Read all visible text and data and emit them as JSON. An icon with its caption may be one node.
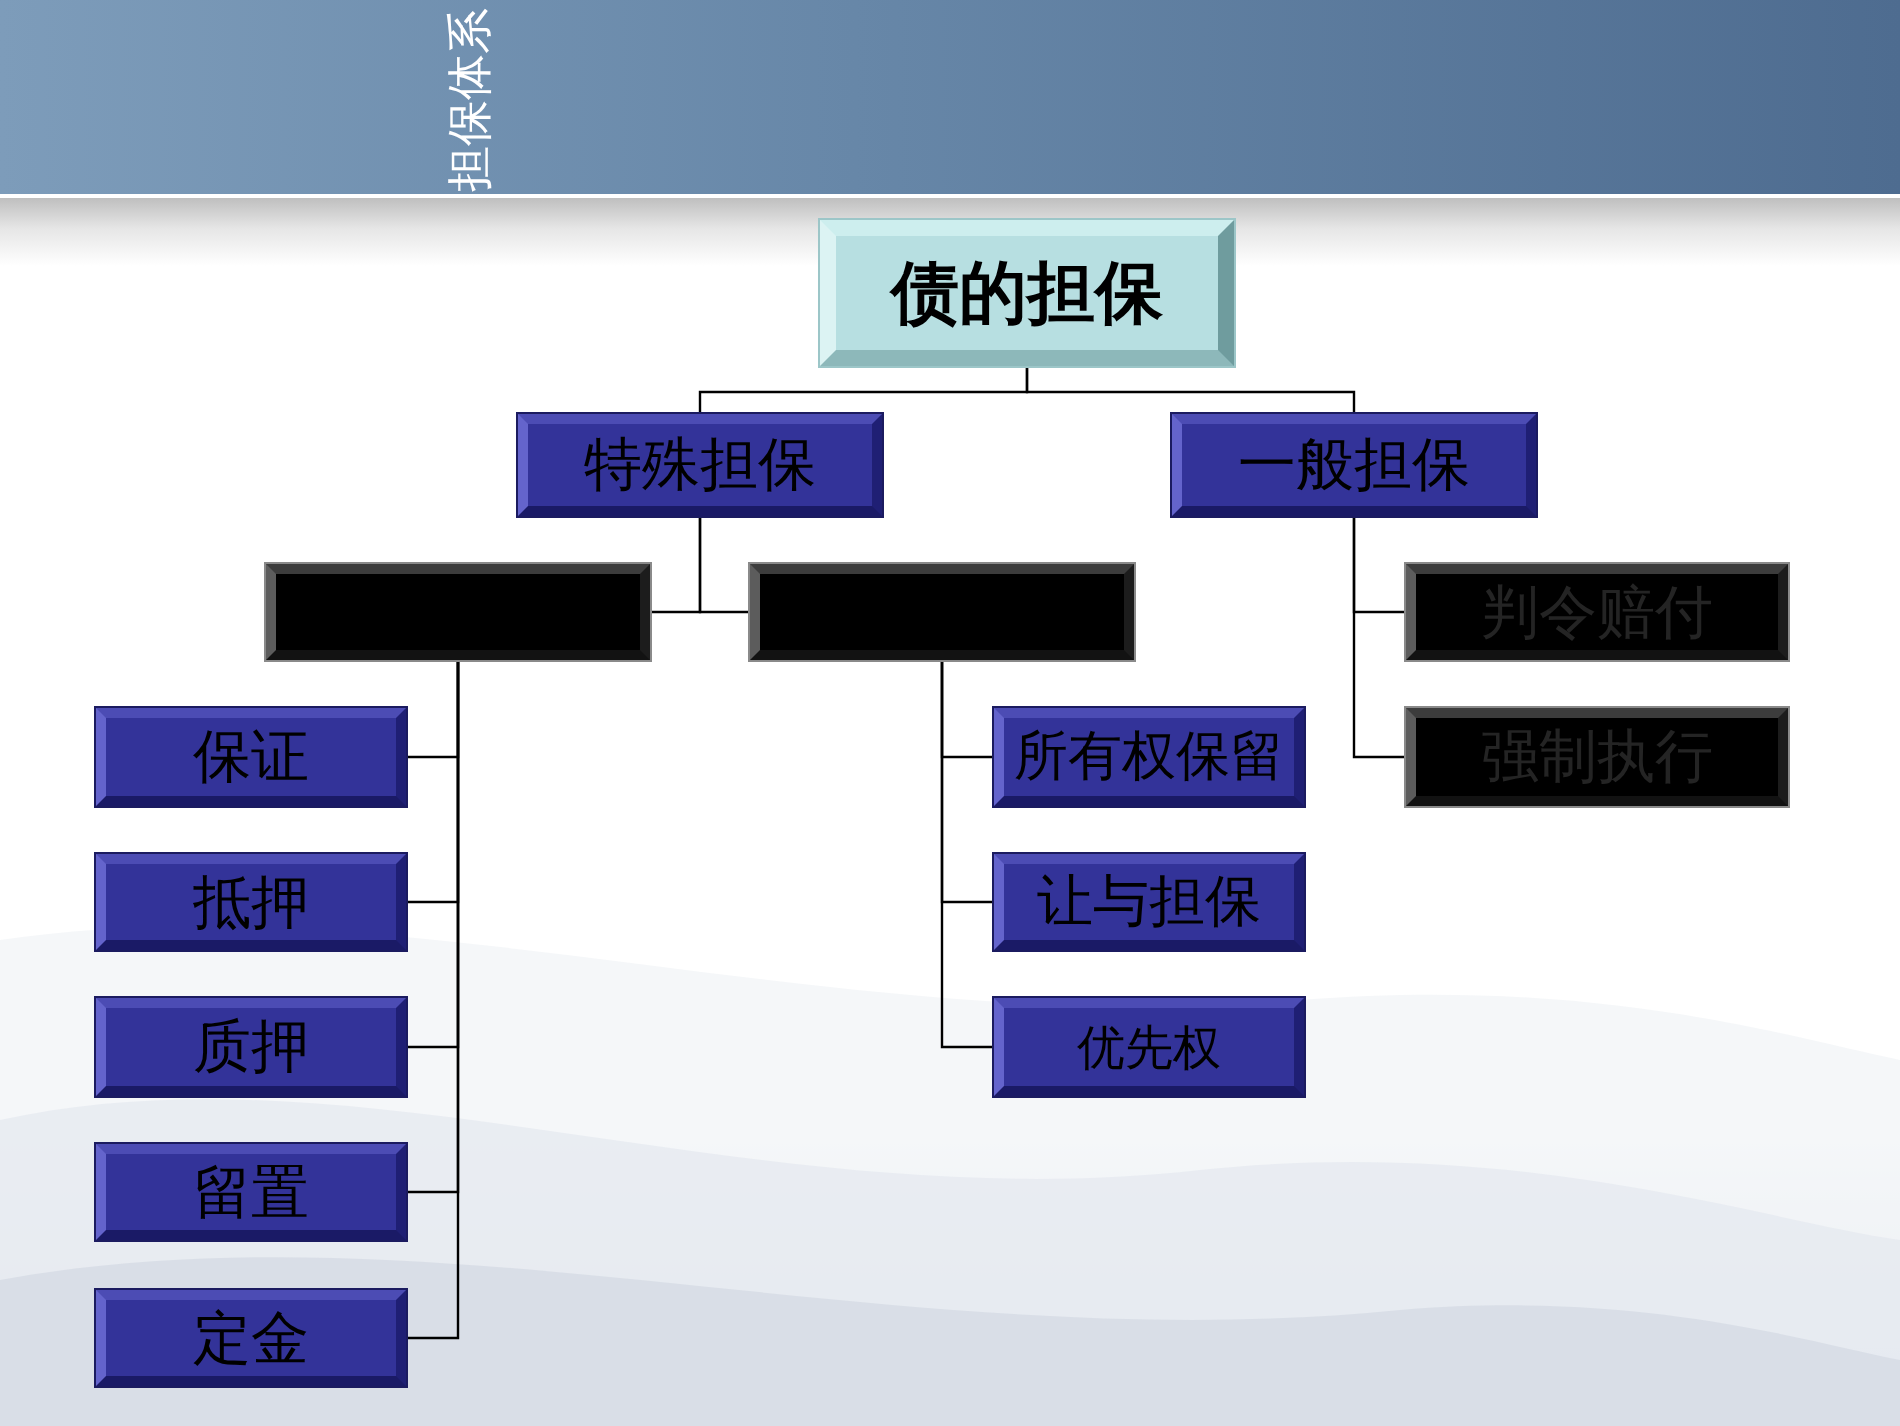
{
  "diagram": {
    "title": "担保体系",
    "nodes": [
      {
        "text": [
          "债的担保"
        ]
      },
      {
        "text": [
          "特殊担保"
        ]
      },
      {
        "text": [
          "一般担保"
        ]
      },
      {
        "text": [],
        "shape": "box"
      },
      {
        "text": [],
        "shape": "box"
      },
      {
        "text": [
          "判令赔付"
        ]
      },
      {
        "text": [
          "强制执行"
        ]
      },
      {
        "text": [
          "保证"
        ]
      },
      {
        "text": [
          "抵押"
        ]
      },
      {
        "text": [
          "质押"
        ]
      },
      {
        "text": [
          "留置"
        ]
      },
      {
        "text": [
          "定金"
        ]
      },
      {
        "text": [
          "所有权保留"
        ]
      },
      {
        "text": [
          "让与担保"
        ]
      },
      {
        "text": [
          "优先权"
        ]
      }
    ],
    "edges": [
      {
        "from": 0,
        "to": 1,
        "arrow": "none"
      },
      {
        "from": 0,
        "to": 2,
        "arrow": "none"
      },
      {
        "from": 1,
        "to": 3,
        "arrow": "none"
      },
      {
        "from": 1,
        "to": 4,
        "arrow": "none"
      },
      {
        "from": 2,
        "to": 5,
        "arrow": "none"
      },
      {
        "from": 2,
        "to": 6,
        "arrow": "none"
      },
      {
        "from": 3,
        "to": 7,
        "arrow": "none"
      },
      {
        "from": 3,
        "to": 8,
        "arrow": "none"
      },
      {
        "from": 3,
        "to": 9,
        "arrow": "none"
      },
      {
        "from": 3,
        "to": 10,
        "arrow": "none"
      },
      {
        "from": 3,
        "to": 11,
        "arrow": "none"
      },
      {
        "from": 4,
        "to": 12,
        "arrow": "none"
      },
      {
        "from": 4,
        "to": 13,
        "arrow": "none"
      },
      {
        "from": 4,
        "to": 14,
        "arrow": "none"
      }
    ]
  }
}
